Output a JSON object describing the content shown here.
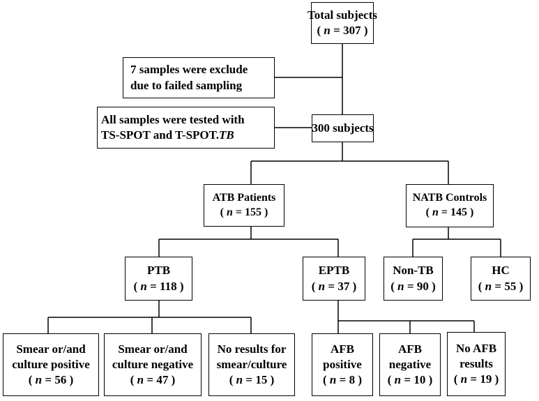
{
  "nodes": {
    "total": {
      "line1": "Total subjects",
      "n_prefix": "( ",
      "n_var": "n",
      "n_suffix": " = 307 )"
    },
    "excluded": {
      "line1": "7 samples were exclude",
      "line2": "due to failed sampling"
    },
    "tested": {
      "line1": "All samples were tested with",
      "line2_a": "TS-SPOT and T-SPOT.",
      "line2_b": "TB"
    },
    "subjects300": {
      "line1": "300 subjects"
    },
    "atb": {
      "line1": "ATB Patients",
      "n_prefix": "( ",
      "n_var": "n",
      "n_suffix": " = 155 )"
    },
    "natb": {
      "line1": "NATB Controls",
      "n_prefix": "( ",
      "n_var": "n",
      "n_suffix": " = 145 )"
    },
    "ptb": {
      "line1": "PTB",
      "n_prefix": "( ",
      "n_var": "n",
      "n_suffix": " = 118 )"
    },
    "eptb": {
      "line1": "EPTB",
      "n_prefix": "( ",
      "n_var": "n",
      "n_suffix": " = 37 )"
    },
    "nontb": {
      "line1": "Non-TB",
      "n_prefix": "( ",
      "n_var": "n",
      "n_suffix": " = 90 )"
    },
    "hc": {
      "line1": "HC",
      "n_prefix": "( ",
      "n_var": "n",
      "n_suffix": " = 55 )"
    },
    "smear_pos": {
      "line1": "Smear or/and",
      "line2": "culture positive",
      "n_prefix": "( ",
      "n_var": "n",
      "n_suffix": " = 56 )"
    },
    "smear_neg": {
      "line1": "Smear or/and",
      "line2": "culture negative",
      "n_prefix": "( ",
      "n_var": "n",
      "n_suffix": " = 47 )"
    },
    "no_results": {
      "line1": "No results for",
      "line2": "smear/culture",
      "n_prefix": "( ",
      "n_var": "n",
      "n_suffix": " = 15 )"
    },
    "afb_pos": {
      "line1": "AFB",
      "line2": "positive",
      "n_prefix": "( ",
      "n_var": "n",
      "n_suffix": " = 8 )"
    },
    "afb_neg": {
      "line1": "AFB",
      "line2": "negative",
      "n_prefix": "( ",
      "n_var": "n",
      "n_suffix": " = 10 )"
    },
    "no_afb": {
      "line1": "No AFB",
      "line2": "results",
      "n_prefix": "( ",
      "n_var": "n",
      "n_suffix": " = 19 )"
    }
  }
}
